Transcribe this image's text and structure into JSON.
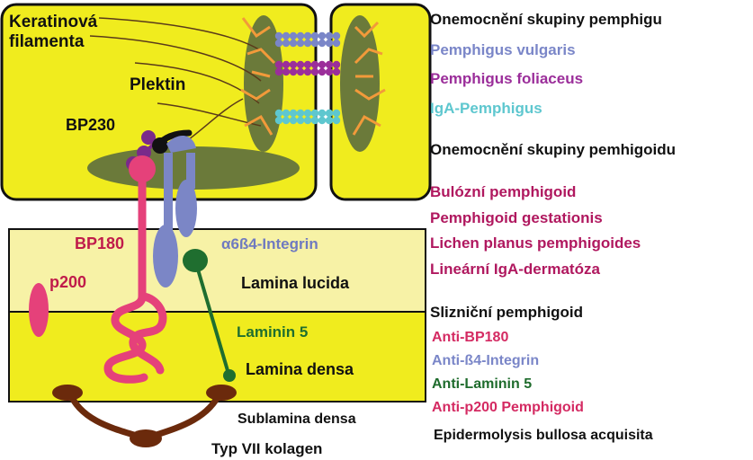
{
  "diagram": {
    "labels": {
      "keratin": [
        "Keratinová",
        "filamenta"
      ],
      "plektin": "Plektin",
      "bp230": "BP230",
      "bp180": "BP180",
      "integrin": "α6ß4-Integrin",
      "p200": "p200",
      "lamina_lucida": "Lamina lucida",
      "laminin5": "Laminin 5",
      "lamina_densa": "Lamina densa",
      "sublamina_densa": "Sublamina densa",
      "kolagen": "Typ VII kolagen"
    },
    "colors": {
      "cell_fill": "#f0ec1e",
      "lucida_fill": "#f7f2a6",
      "densa_fill": "#f0ec1e",
      "bp180": "#e5417a",
      "integrin": "#7b86c6",
      "laminin5": "#1f6e2f",
      "collagen": "#6b2a0c",
      "bp230": "#7a2a8a",
      "plektin_plaque": "#6b7a3a",
      "keratin": "#f29a3a"
    }
  },
  "legend": {
    "pemphigus_heading": "Onemocnění skupiny pemphigu",
    "pemphigus_items": [
      {
        "text": "Pemphigus vulgaris",
        "color": "#7a86c8"
      },
      {
        "text": "Pemphigus foliaceus",
        "color": "#9b2e9a"
      },
      {
        "text": "IgA-Pemphigus",
        "color": "#5ec7cf"
      }
    ],
    "pemphigoid_heading": "Onemocnění skupiny pemhigoidu",
    "pemphigoid_items": [
      {
        "text": "Bulózní pemphigoid",
        "color": "#b0185f"
      },
      {
        "text": "Pemphigoid gestationis",
        "color": "#b0185f"
      },
      {
        "text": "Lichen planus pemphigoides",
        "color": "#b0185f"
      },
      {
        "text": "Lineární IgA-dermatóza",
        "color": "#b0185f"
      }
    ],
    "mucous_heading": "Slizniční pemphigoid",
    "mucous_items": [
      {
        "text": "Anti-BP180",
        "color": "#d42a62"
      },
      {
        "text": "Anti-ß4-Integrin",
        "color": "#7a86c8"
      },
      {
        "text": "Anti-Laminin 5",
        "color": "#1e6b2c"
      },
      {
        "text": "Anti-p200 Pemphigoid",
        "color": "#d42a62"
      }
    ],
    "eba": "Epidermolysis bullosa acquisita"
  }
}
